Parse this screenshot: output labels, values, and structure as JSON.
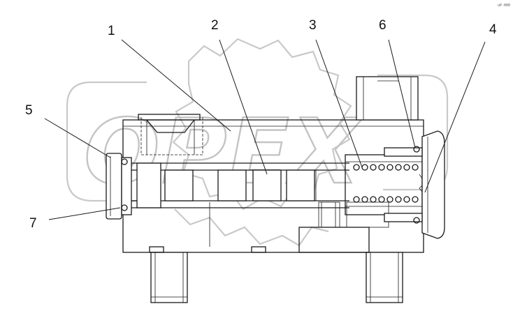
{
  "drawing_ref": "uP-000",
  "watermark": {
    "text": "OPEX",
    "color": "#c8c8c8"
  },
  "callouts": [
    {
      "id": "1",
      "label": "1"
    },
    {
      "id": "2",
      "label": "2"
    },
    {
      "id": "3",
      "label": "3"
    },
    {
      "id": "4",
      "label": "4"
    },
    {
      "id": "5",
      "label": "5"
    },
    {
      "id": "6",
      "label": "6"
    },
    {
      "id": "7",
      "label": "7"
    }
  ],
  "colors": {
    "line": "#1a1a1a",
    "background": "#ffffff"
  }
}
